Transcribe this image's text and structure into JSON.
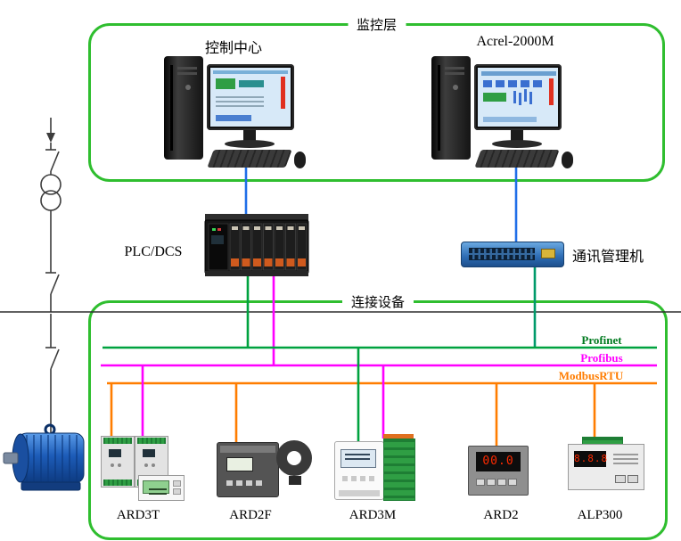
{
  "layers": {
    "monitoring_label": "监控层",
    "devices_label": "连接设备"
  },
  "stations": {
    "control_center_label": "控制中心",
    "acrel_label": "Acrel-2000M"
  },
  "middle": {
    "plc_label": "PLC/DCS",
    "gateway_label": "通讯管理机"
  },
  "buses": {
    "profinet": {
      "label": "Profinet",
      "color": "#007a1f"
    },
    "profibus": {
      "label": "Profibus",
      "color": "#ff00ff"
    },
    "modbus": {
      "label": "ModbusRTU",
      "color": "#ff7d00"
    }
  },
  "wire_colors": {
    "ethernet": "#1f6ee8",
    "profinet": "#00a23f",
    "profibus": "#ff00ff",
    "modbus": "#ff7d00",
    "switch_link": "#009a6a"
  },
  "devices": [
    {
      "id": "ard3t",
      "label": "ARD3T"
    },
    {
      "id": "ard2f",
      "label": "ARD2F"
    },
    {
      "id": "ard3m",
      "label": "ARD3M"
    },
    {
      "id": "ard2",
      "label": "ARD2",
      "display": "00.0"
    },
    {
      "id": "alp300",
      "label": "ALP300",
      "display": "8.8.8"
    }
  ]
}
